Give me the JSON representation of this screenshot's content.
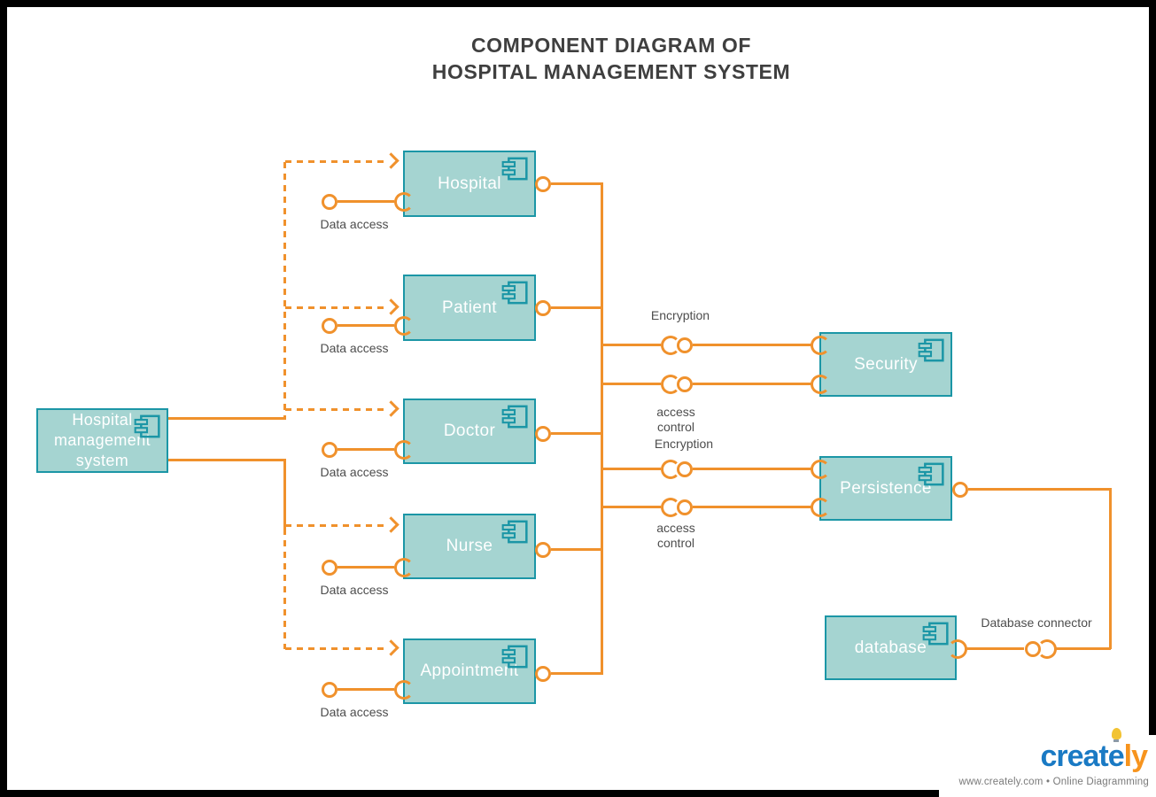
{
  "title": {
    "line1": "COMPONENT DIAGRAM OF",
    "line2": "HOSPITAL MANAGEMENT SYSTEM"
  },
  "components": [
    {
      "id": "hms",
      "label": "Hospital management system"
    },
    {
      "id": "hospital",
      "label": "Hospital"
    },
    {
      "id": "patient",
      "label": "Patient"
    },
    {
      "id": "doctor",
      "label": "Doctor"
    },
    {
      "id": "nurse",
      "label": "Nurse"
    },
    {
      "id": "appointment",
      "label": "Appointment"
    },
    {
      "id": "security",
      "label": "Security"
    },
    {
      "id": "persistence",
      "label": "Persistence"
    },
    {
      "id": "database",
      "label": "database"
    }
  ],
  "labels": {
    "data_access": "Data access",
    "encryption": "Encryption",
    "access_control": "access control",
    "database_connector": "Database connector"
  },
  "colors": {
    "component_fill": "#a5d4d1",
    "component_border": "#1b96a6",
    "connector_orange": "#f0912c",
    "label_gray": "#4d4d4d",
    "title_gray": "#3f3f3f",
    "frame_black": "#000000",
    "brand_blue": "#1a7ac4",
    "brand_orange": "#f7941e",
    "bulb_yellow": "#f2c333"
  },
  "footer": {
    "wordmark_creat": "creat",
    "wordmark_e": "e",
    "wordmark_ly": "ly",
    "tagline": "www.creately.com • Online Diagramming"
  }
}
